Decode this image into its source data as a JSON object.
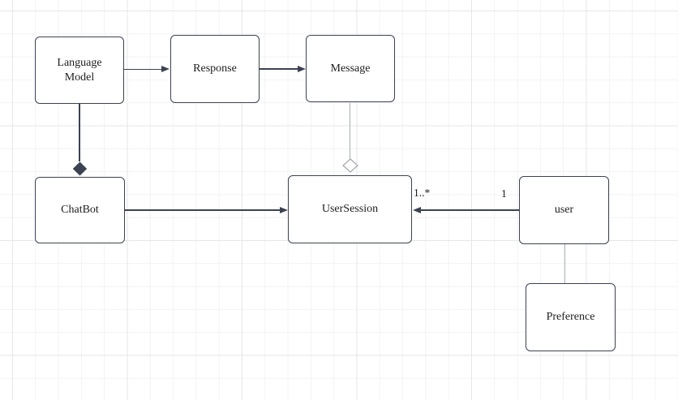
{
  "colors": {
    "canvas-bg": "#ffffff",
    "grid-minor": "#f3f3f3",
    "grid-major": "#e7e7e7",
    "stroke": "#3b4252",
    "light-stroke": "#a8adb4",
    "node-fill": "#ffffff",
    "text": "#202020"
  },
  "nodes": {
    "language_model": {
      "label": "Language\nModel"
    },
    "response": {
      "label": "Response"
    },
    "message": {
      "label": "Message"
    },
    "chatbot": {
      "label": "ChatBot"
    },
    "user_session": {
      "label": "UserSession"
    },
    "user": {
      "label": "user"
    },
    "preference": {
      "label": "Preference"
    }
  },
  "edges": {
    "language_model_to_response": {
      "type": "directed-arrow"
    },
    "response_to_message": {
      "type": "directed-arrow"
    },
    "chatbot_to_user_session": {
      "type": "directed-arrow"
    },
    "user_to_user_session": {
      "type": "directed-arrow",
      "target_multiplicity": "1..*",
      "source_multiplicity": "1"
    },
    "language_model_chatbot": {
      "type": "composition"
    },
    "message_user_session": {
      "type": "aggregation"
    },
    "user_to_preference": {
      "type": "association"
    }
  }
}
